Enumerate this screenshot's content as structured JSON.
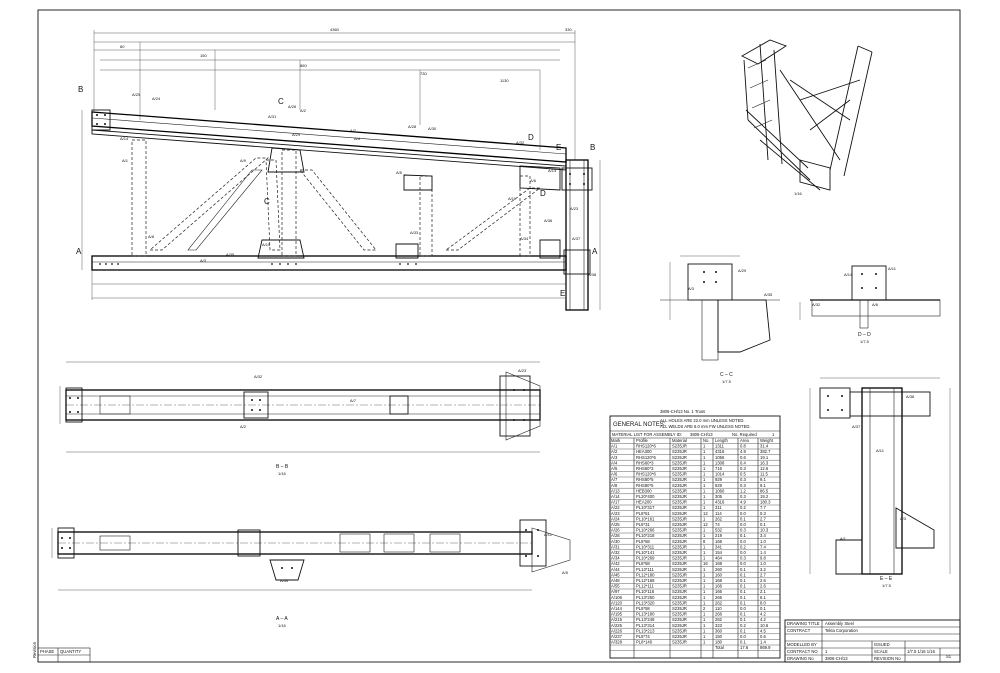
{
  "marks": {
    "sectionA": "A",
    "sectionB": "B",
    "sectionC": "C",
    "sectionD": "D",
    "sectionE": "E"
  },
  "view_captions": {
    "iso": "1/16",
    "view_cc": "C – C",
    "view_cc_scale": "1/7.5",
    "view_dd": "D – D",
    "view_dd_scale": "1/7.5",
    "view_bb": "B – B",
    "view_bb_scale": "1/16",
    "view_aa": "A – A",
    "view_aa_scale": "1/16",
    "view_ee": "E – E",
    "view_ee_scale": "1/7.5"
  },
  "dims_top": [
    "4360",
    "330",
    "80",
    "150",
    "860",
    "730",
    "1130"
  ],
  "part_tags": [
    "A/25",
    "A/24",
    "A/26",
    "A/31",
    "A/14",
    "A/28",
    "A/30",
    "A/29",
    "A/32",
    "A/9",
    "A/4",
    "A/13",
    "A/5",
    "A/6",
    "A/11",
    "A/36",
    "A/23",
    "A/15",
    "A/8",
    "A/33",
    "A/34",
    "A/38",
    "A/37",
    "A/2",
    "A/35",
    "A/7",
    "A/3",
    "A/1"
  ],
  "table": {
    "header_line": "3806-CH/13          No. 1     Truss",
    "general_notes": "GENERAL NOTES:",
    "note1": "ALL HOLES ARE   22.0  mm UNLESS NOTED.",
    "note2": "ALL WELDS ARE     6.0  mm FW UNLESS NOTED.",
    "list_title": "MATERIAL LIST FOR ASSEMBLY ID:",
    "list_id": "3806-CH/13",
    "list_req": "No. Required",
    "list_req_val": "1",
    "columns": [
      "Mark",
      "Profile",
      "Material",
      "No.",
      "Length",
      "Area",
      "Weight"
    ],
    "rows": [
      [
        "A/1",
        "RHS120*6",
        "S235JR",
        "1",
        "1311",
        "0.8",
        "31.4"
      ],
      [
        "A/2",
        "HEA300",
        "S235JR",
        "1",
        "4316",
        "4.9",
        "382.7"
      ],
      [
        "A/3",
        "RHS120*6",
        "S235JR",
        "1",
        "1056",
        "0.6",
        "19.1"
      ],
      [
        "A/4",
        "RHS60*3",
        "S235JR",
        "1",
        "1308",
        "0.4",
        "16.3"
      ],
      [
        "A/5",
        "RHS60*3",
        "S235JR",
        "1",
        "716",
        "0.3",
        "12.6"
      ],
      [
        "A/6",
        "RHS120*6",
        "S235JR",
        "1",
        "1014",
        "0.5",
        "11.5"
      ],
      [
        "A/7",
        "RHS80*5",
        "S235JR",
        "1",
        "929",
        "0.3",
        "9.1"
      ],
      [
        "A/8",
        "RHS80*5",
        "S235JR",
        "1",
        "929",
        "0.3",
        "9.1"
      ],
      [
        "A/13",
        "HEB300",
        "S235JR",
        "1",
        "1060",
        "1.2",
        "86.5"
      ],
      [
        "A/14",
        "PL20*400",
        "S235JR",
        "1",
        "305",
        "0.3",
        "19.2"
      ],
      [
        "A/17",
        "HEA200",
        "S235JR",
        "1",
        "4316",
        "4.9",
        "180.3"
      ],
      [
        "A/22",
        "PL10*317",
        "S235JR",
        "1",
        "311",
        "0.2",
        "7.7"
      ],
      [
        "A/23",
        "PL8*51",
        "S235JR",
        "12",
        "114",
        "0.0",
        "0.3"
      ],
      [
        "A/24",
        "PL10*161",
        "S235JR",
        "1",
        "262",
        "0.1",
        "2.7"
      ],
      [
        "A/25",
        "PL8*31",
        "S235JR",
        "12",
        "74",
        "0.0",
        "0.1"
      ],
      [
        "A/26",
        "PL10*266",
        "S235JR",
        "1",
        "532",
        "0.3",
        "10.3"
      ],
      [
        "A/28",
        "PL10*218",
        "S235JR",
        "1",
        "219",
        "0.1",
        "3.4"
      ],
      [
        "A/30",
        "PL8*58",
        "S235JR",
        "8",
        "168",
        "0.0",
        "1.0"
      ],
      [
        "A/31",
        "PL10*311",
        "S235JR",
        "1",
        "341",
        "0.2",
        "7.4"
      ],
      [
        "A/32",
        "PL10*141",
        "S235JR",
        "1",
        "154",
        "0.0",
        "1.4"
      ],
      [
        "A/34",
        "PL10*269",
        "S235JR",
        "1",
        "464",
        "0.3",
        "9.8"
      ],
      [
        "A/42",
        "PL8*58",
        "S235JR",
        "16",
        "168",
        "0.0",
        "1.0"
      ],
      [
        "A/44",
        "PL13*111",
        "S235JR",
        "1",
        "260",
        "0.1",
        "3.2"
      ],
      [
        "A/45",
        "PL12*180",
        "S235JR",
        "1",
        "160",
        "0.1",
        "2.7"
      ],
      [
        "A/48",
        "PL12*168",
        "S235JR",
        "1",
        "168",
        "0.1",
        "2.6"
      ],
      [
        "A/55",
        "PL12*111",
        "S235JR",
        "1",
        "166",
        "0.1",
        "2.6"
      ],
      [
        "A/97",
        "PL10*116",
        "S235JR",
        "1",
        "166",
        "0.1",
        "2.1"
      ],
      [
        "A/106",
        "PL13*250",
        "S235JR",
        "1",
        "265",
        "0.1",
        "6.1"
      ],
      [
        "A/120",
        "PL13*320",
        "S235JR",
        "1",
        "262",
        "0.1",
        "8.0"
      ],
      [
        "A/144",
        "PL8*58",
        "S235JR",
        "2",
        "110",
        "0.0",
        "0.1"
      ],
      [
        "A/195",
        "PL13*180",
        "S235JR",
        "1",
        "266",
        "0.1",
        "4.2"
      ],
      [
        "A/215",
        "PL13*248",
        "S235JR",
        "1",
        "262",
        "0.1",
        "4.2"
      ],
      [
        "A/225",
        "PL13*314",
        "S235JR",
        "1",
        "323",
        "0.2",
        "10.6"
      ],
      [
        "A/226",
        "PL13*213",
        "S235JR",
        "1",
        "360",
        "0.1",
        "4.5"
      ],
      [
        "A/237",
        "PL8*74",
        "S235JR",
        "1",
        "150",
        "0.0",
        "0.6"
      ],
      [
        "A/328",
        "PL8*140",
        "S235JR",
        "1",
        "180",
        "0.1",
        "1.4"
      ]
    ],
    "total_label": "Total",
    "total_area": "17.6",
    "total_weight": "869.9"
  },
  "title_block": {
    "drawing_title_label": "DRAWING TITLE",
    "drawing_title": "Assembly Steel",
    "contract_label": "CONTRACT",
    "contract": "Tekla Corporation",
    "modelled_label": "MODELLED BY",
    "modelled": "",
    "issued_label": "ISSUED",
    "contract_no_label": "CONTRACT NO",
    "contract_no": "1",
    "scale_label": "SCALE",
    "scale": "1/7.5   1/16   1/16",
    "drawing_no_label": "DRAWING No",
    "drawing_no": "3806-CH/13",
    "revision_label": "REVISION No",
    "sheet": "S1"
  },
  "left_table": {
    "phase": "PHASE",
    "quantity": "QUANTITY",
    "rev": "Revision"
  }
}
